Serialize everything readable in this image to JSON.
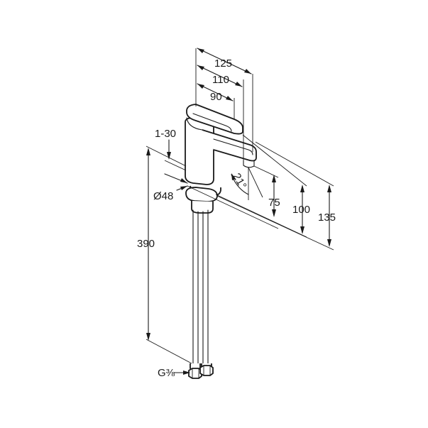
{
  "dimensions": {
    "width_125": "125",
    "width_110": "110",
    "width_90": "90",
    "adjust_1_30": "1-30",
    "diameter_48": "Ø48",
    "height_390": "390",
    "angle_21": "21°",
    "height_75": "75",
    "height_100": "100",
    "height_135": "135",
    "thread_g38": "G⅜"
  }
}
